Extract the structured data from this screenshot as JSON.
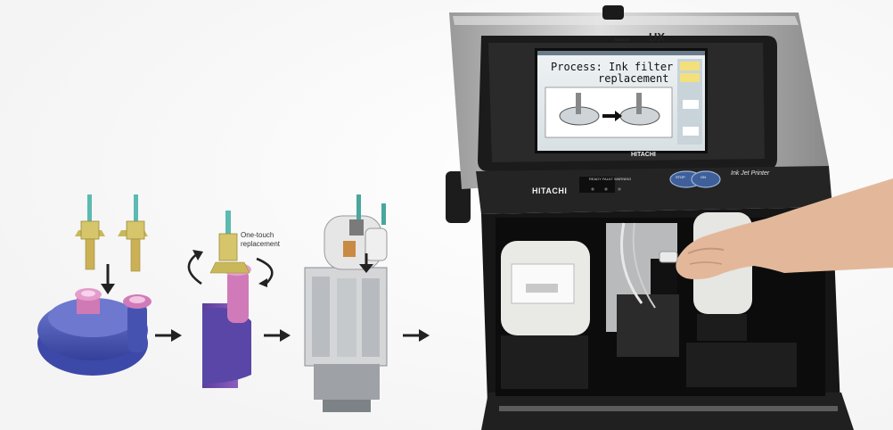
{
  "callout": {
    "line1": "One-touch",
    "line2": "replacement"
  },
  "printer": {
    "brand": "HITACHI",
    "model": "UX",
    "model_prefix": "HITACHI",
    "panel_brand": "HITACHI",
    "product": "Ink Jet Printer",
    "status_lights": "READY  FAULT  WARNING",
    "stop_button": "STOP",
    "on_button": "ON"
  },
  "screen": {
    "process_line1": "Process: Ink filter",
    "process_line2": "replacement"
  },
  "colors": {
    "filter_body": "#4a57b5",
    "filter_top": "#d77bb8",
    "connector": "#c9b85a",
    "tube": "#5bbab1",
    "printer_steel": "#c8c8c8",
    "printer_black": "#1d1d1d"
  },
  "icons": [
    "arrow-right-icon",
    "arrow-down-icon",
    "rotate-arrow-icon",
    "hand-image"
  ]
}
